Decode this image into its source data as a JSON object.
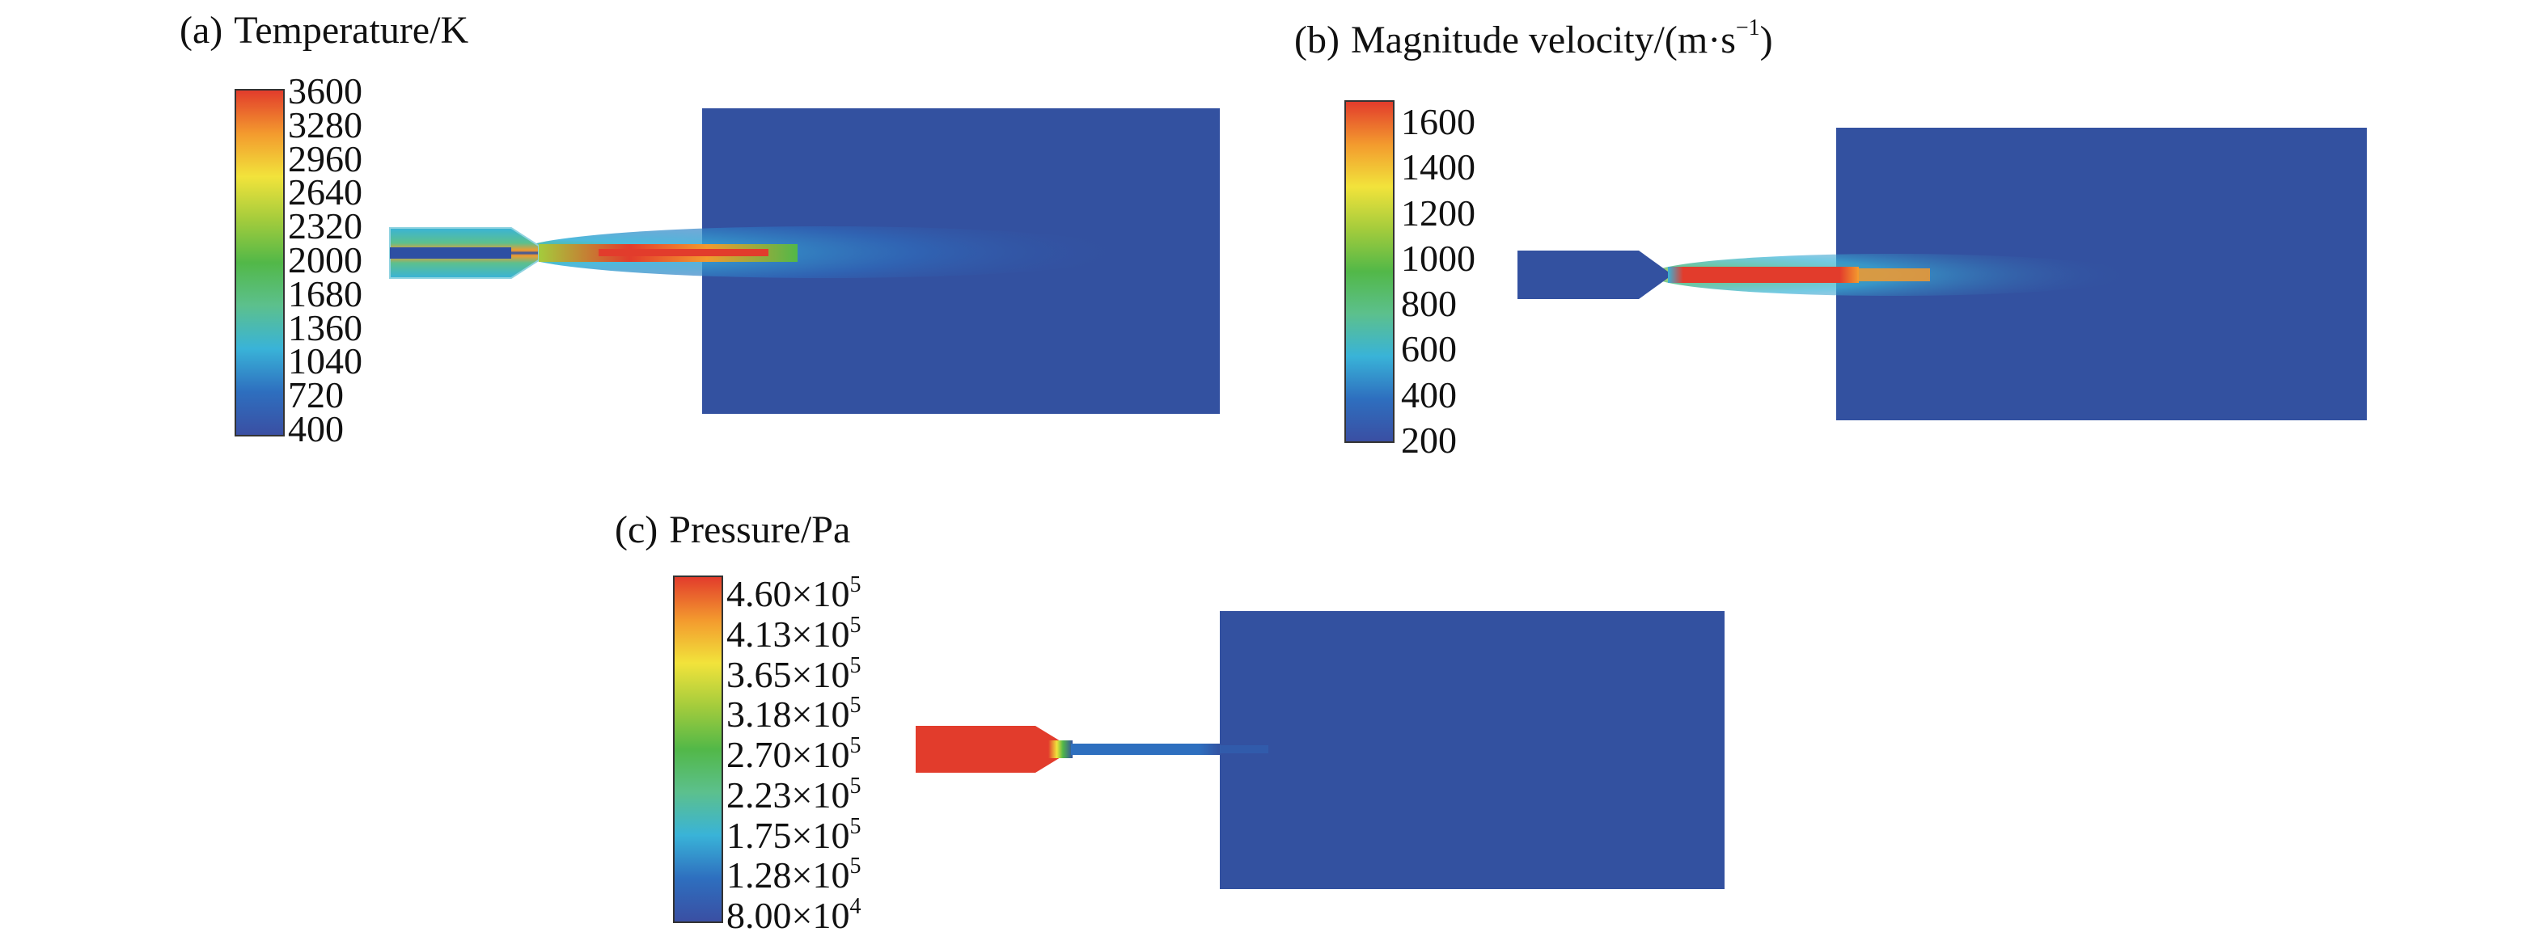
{
  "colormap": [
    "#3a4fa3",
    "#2e6fbf",
    "#39b3d8",
    "#5cc08d",
    "#52b848",
    "#a4cc3c",
    "#f2e33b",
    "#f39a2e",
    "#e23c2c"
  ],
  "domain_color": "#3351a0",
  "panels": [
    {
      "id": "a",
      "label": "(a)",
      "title": "Temperature/K",
      "ticks": [
        "3600",
        "3280",
        "2960",
        "2640",
        "2320",
        "2000",
        "1680",
        "1360",
        "1040",
        "720",
        "400"
      ]
    },
    {
      "id": "b",
      "label": "(b)",
      "title_main": "Magnitude velocity/(m·s",
      "title_sup": "−1",
      "title_end": ")",
      "ticks": [
        "1600",
        "1400",
        "1200",
        "1000",
        "800",
        "600",
        "400",
        "200"
      ]
    },
    {
      "id": "c",
      "label": "(c)",
      "title": "Pressure/Pa",
      "ticks": [
        {
          "mantissa": "4.60×10",
          "exp": "5"
        },
        {
          "mantissa": "4.13×10",
          "exp": "5"
        },
        {
          "mantissa": "3.65×10",
          "exp": "5"
        },
        {
          "mantissa": "3.18×10",
          "exp": "5"
        },
        {
          "mantissa": "2.70×10",
          "exp": "5"
        },
        {
          "mantissa": "2.23×10",
          "exp": "5"
        },
        {
          "mantissa": "1.75×10",
          "exp": "5"
        },
        {
          "mantissa": "1.28×10",
          "exp": "5"
        },
        {
          "mantissa": "8.00×10",
          "exp": "4"
        }
      ]
    }
  ]
}
